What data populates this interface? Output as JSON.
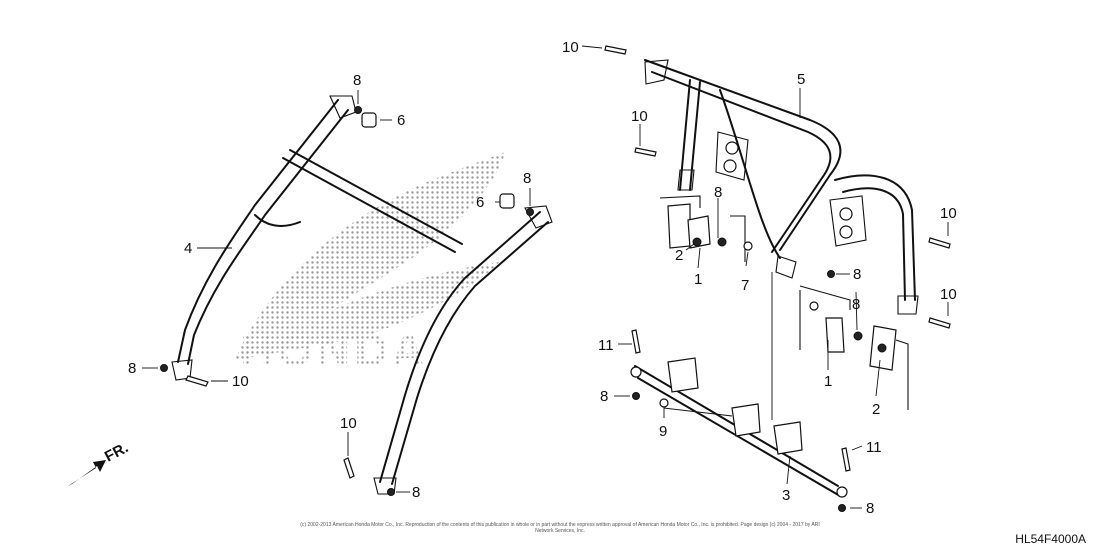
{
  "callouts": {
    "c1_upper": "1",
    "c1_lower": "1",
    "c2_upper": "2",
    "c2_lower": "2",
    "c3": "3",
    "c4": "4",
    "c5": "5",
    "c6_top": "6",
    "c6_mid": "6",
    "c7": "7",
    "c8_a": "8",
    "c8_b": "8",
    "c8_c": "8",
    "c8_d": "8",
    "c8_e": "8",
    "c8_f": "8",
    "c8_g": "8",
    "c8_h": "8",
    "c8_i": "8",
    "c9": "9",
    "c10_a": "10",
    "c10_b": "10",
    "c10_c": "10",
    "c10_d": "10",
    "c10_e": "10",
    "c10_f": "10",
    "c11_a": "11",
    "c11_b": "11"
  },
  "direction_label": "FR.",
  "watermark": "HONDA",
  "copyright": "(c) 2002-2013 American Honda Motor Co., Inc. Reproduction of the contents of this publication in whole or in part without the express written approval of American Honda Motor Co., Inc. is prohibited. Page design (c) 2004 - 2017 by ARI Network Services, Inc.",
  "diagram_code": "HL54F4000A"
}
